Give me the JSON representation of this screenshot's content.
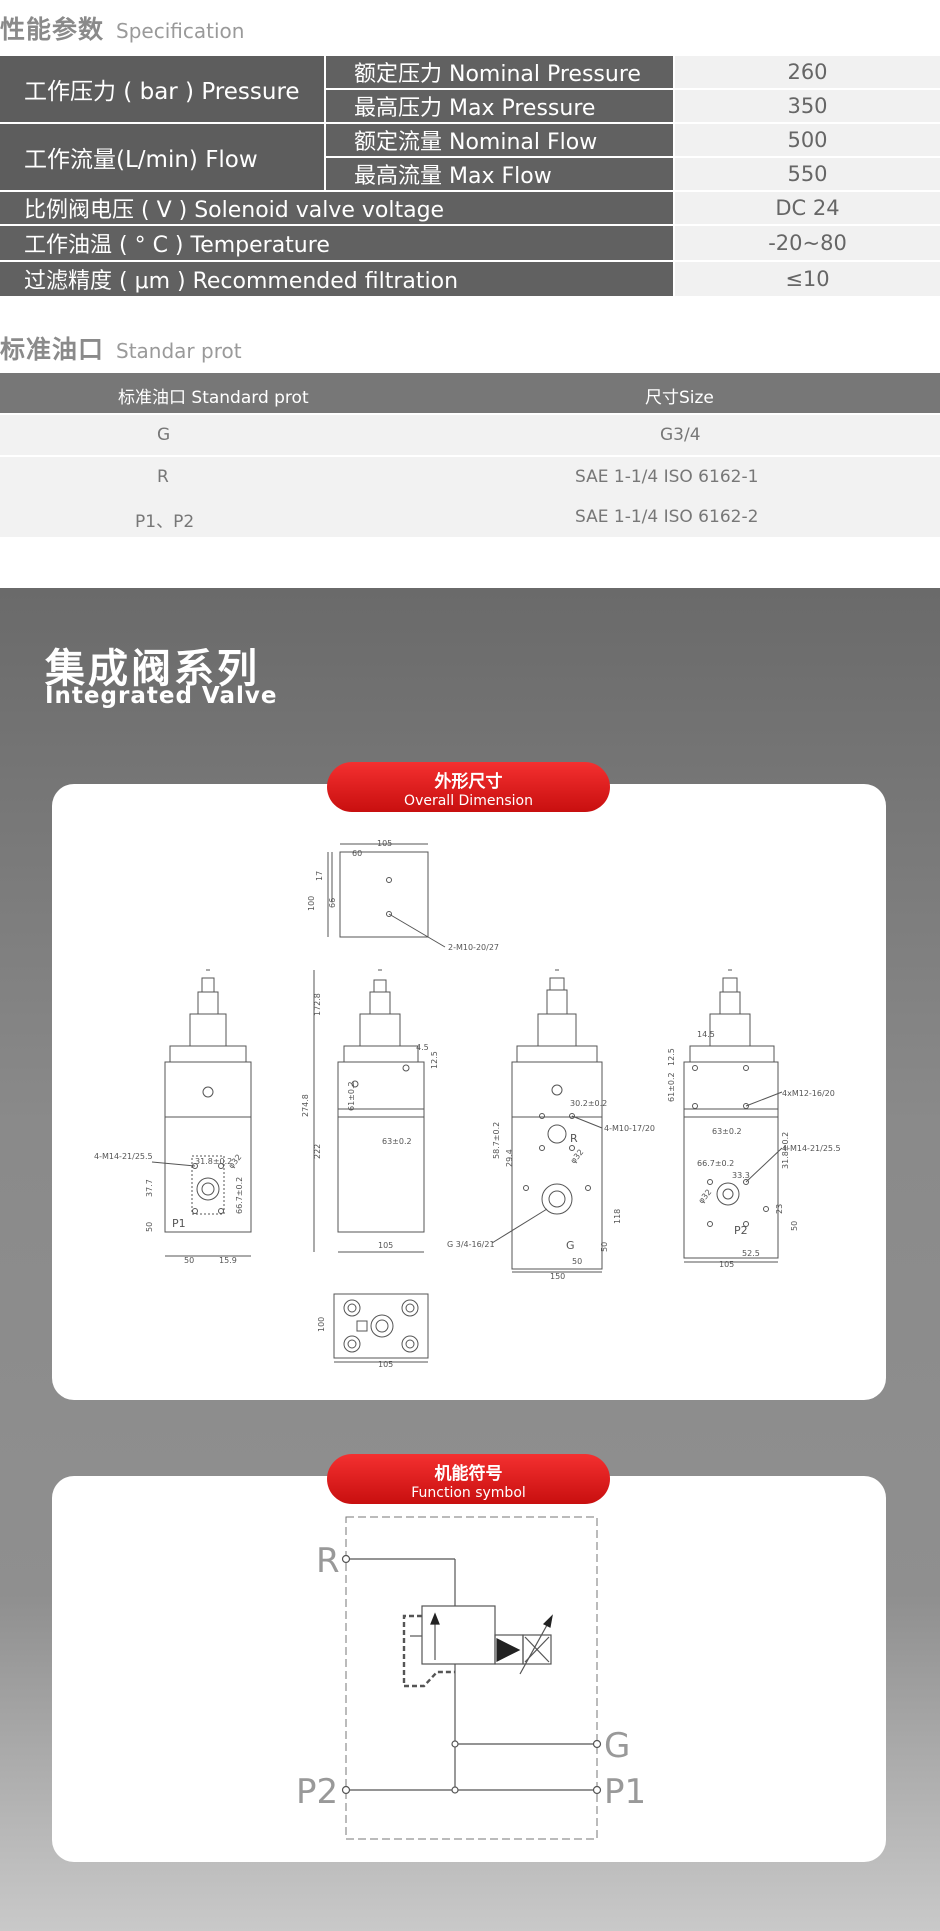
{
  "spec_header": {
    "zh": "性能参数",
    "en": "Specification"
  },
  "spec": {
    "pressure_group": "工作压力 ( bar ) Pressure",
    "flow_group": "工作流量(L/min) Flow",
    "rows": [
      {
        "label": "额定压力 Nominal Pressure",
        "value": "260"
      },
      {
        "label": "最高压力 Max Pressure",
        "value": "350"
      },
      {
        "label": "额定流量 Nominal Flow",
        "value": "500"
      },
      {
        "label": "最高流量 Max Flow",
        "value": "550"
      },
      {
        "label": "比例阀电压 ( V ) Solenoid valve voltage",
        "value": "DC  24"
      },
      {
        "label": "工作油温 ( ° C ) Temperature",
        "value": "-20~80"
      },
      {
        "label": "过滤精度 ( μm ) Recommended filtration",
        "value": "≤10"
      }
    ]
  },
  "port_header": {
    "zh": "标准油口",
    "en": "Standar prot"
  },
  "ports": {
    "col_port": "标准油口 Standard prot",
    "col_size": "尺寸Size",
    "rows": [
      {
        "port": "G",
        "size": "G3/4"
      },
      {
        "port": "R",
        "size": "SAE  1-1/4   ISO   6162-1"
      },
      {
        "port": "P1、P2",
        "size": "SAE  1-1/4   ISO   6162-2"
      }
    ]
  },
  "product": {
    "title_zh": "集成阀系列",
    "title_en": "Integrated Valve"
  },
  "dimension_badge": {
    "zh": "外形尺寸",
    "en": "Overall Dimension"
  },
  "function_badge": {
    "zh": "机能符号",
    "en": "Function symbol"
  },
  "drawing": {
    "top_w": "105",
    "top_60": "60",
    "top_17": "17",
    "top_66": "66",
    "top_100": "100",
    "top_callout": "2-M10-20/27",
    "front_h1": "172.8",
    "front_h2": "274.8",
    "front_h3": "222",
    "front_4_5": "4.5",
    "front_12_5": "12.5",
    "front_61": "61±0.2",
    "front_63": "63±0.2",
    "front_w": "105",
    "left_callout": "4-M14-21/25.5",
    "left_31_8": "31.8±0.2",
    "left_37_7": "37.7",
    "left_50": "50",
    "left_66_7": "66.7±0.2",
    "left_15_9": "15.9",
    "left_p1": "P1",
    "left_phi": "φ32",
    "mid_30_2": "30.2±0.2",
    "mid_callout": "4-M10-17/20",
    "mid_r": "R",
    "mid_58_7": "58.7±0.2",
    "mid_29_4": "29.4",
    "mid_phi": "φ32",
    "mid_118": "118",
    "mid_g_callout": "G 3/4-16/21",
    "mid_g": "G",
    "mid_50": "50",
    "mid_50b": "50",
    "mid_150": "150",
    "right_14_5": "14.5",
    "right_12_5": "12.5",
    "right_61": "61±0.2",
    "right_63": "63±0.2",
    "right_callout1": "4xM12-16/20",
    "right_callout2": "4-M14-21/25.5",
    "right_66_7": "66.7±0.2",
    "right_33_3": "33.3",
    "right_31_8": "31.8±0.2",
    "right_23": "23",
    "right_50": "50",
    "right_52_5": "52.5",
    "right_105": "105",
    "right_p2": "P2",
    "right_phi": "φ32",
    "bottom_100": "100",
    "bottom_105": "105"
  },
  "symbol": {
    "r": "R",
    "g": "G",
    "p1": "P1",
    "p2": "P2"
  }
}
